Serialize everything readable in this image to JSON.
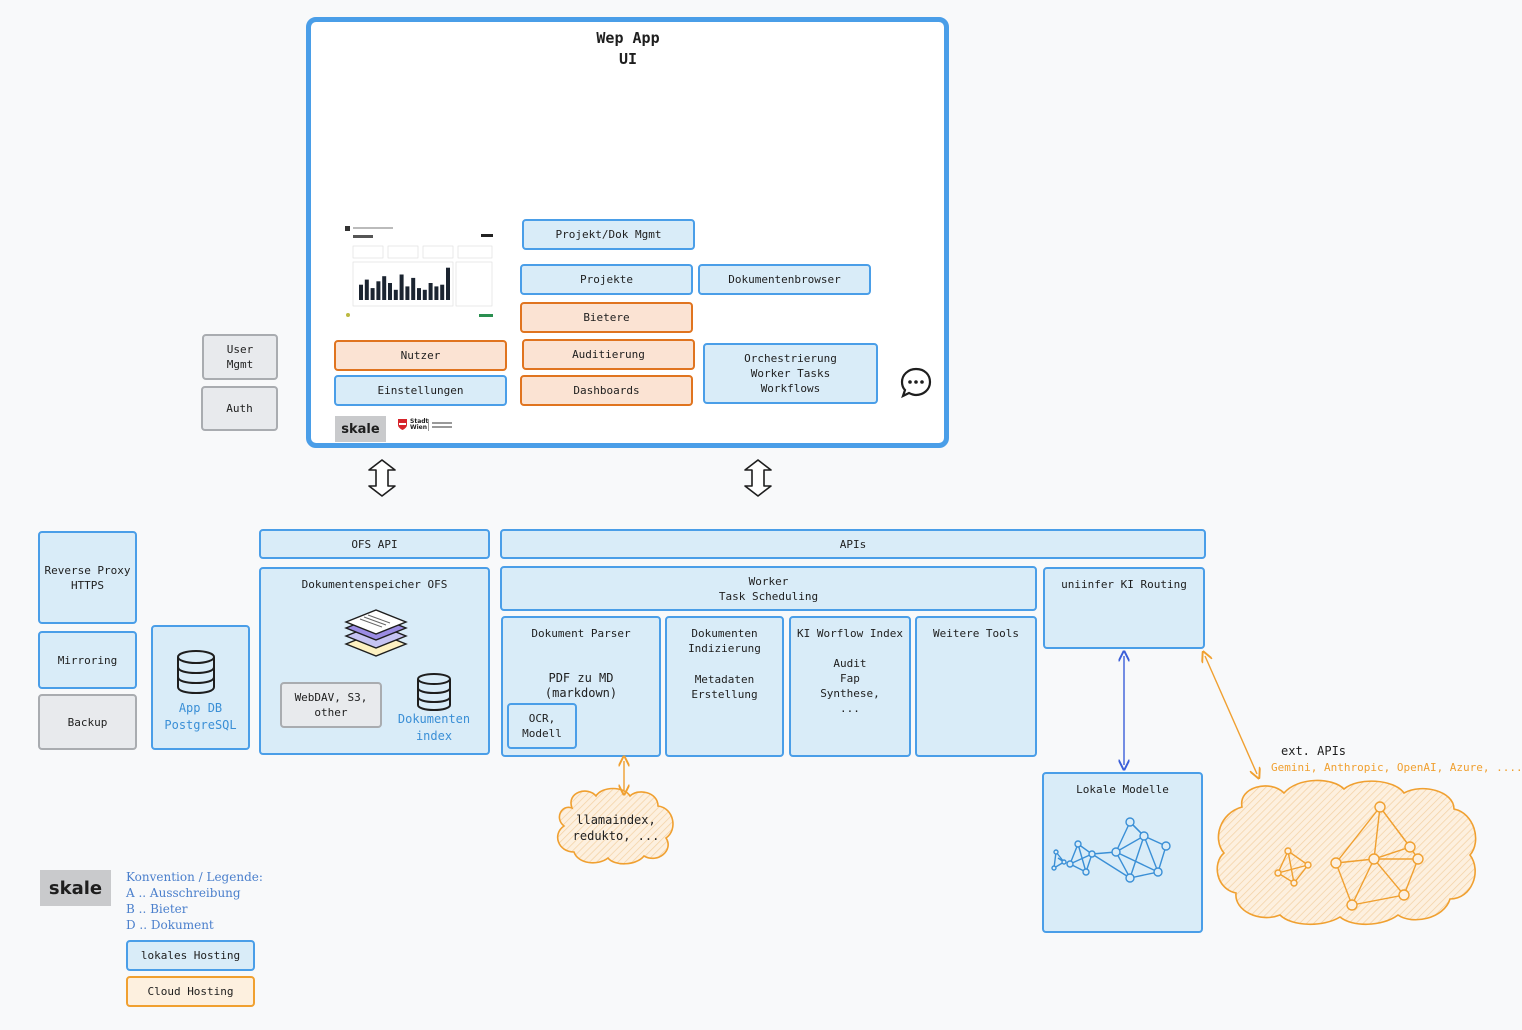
{
  "webapp": {
    "title": "Wep App\nUI",
    "boxes": {
      "projekt_dok_mgmt": "Projekt/Dok Mgmt",
      "projekte": "Projekte",
      "dokumentenbrowser": "Dokumentenbrowser",
      "bietere": "Bietere",
      "auditierung": "Auditierung",
      "dashboards": "Dashboards",
      "nutzer": "Nutzer",
      "einstellungen": "Einstellungen",
      "orchestrierung": "Orchestrierung\nWorker Tasks\nWorkflows"
    },
    "logo_skale": "skale",
    "logo_stadt": "Stadt\nWien"
  },
  "side": {
    "user_mgmt": "User\nMgmt",
    "auth": "Auth"
  },
  "infra": {
    "reverse_proxy": "Reverse Proxy\nHTTPS",
    "mirroring": "Mirroring",
    "backup": "Backup",
    "app_db": "App DB\nPostgreSQL"
  },
  "ofs": {
    "api": "OFS API",
    "store": "Dokumentenspeicher OFS",
    "webdav": "WebDAV, S3,\nother",
    "index": "Dokumenten\nindex"
  },
  "apis": {
    "title": "APIs",
    "worker": "Worker\nTask Scheduling",
    "parser": "Dokument Parser",
    "parser_detail": "PDF zu MD\n(markdown)",
    "ocr": "OCR,\nModell",
    "indizierung": "Dokumenten\nIndizierung",
    "indizierung_detail": "Metadaten\nErstellung",
    "ki_workflow": "KI Worflow Index",
    "ki_workflow_detail": "Audit\nFap\nSynthese,\n...",
    "weitere": "Weitere Tools",
    "routing": "uniinfer KI Routing"
  },
  "cloud_llama": "llamaindex,\nredukto, ...",
  "lokale_modelle": "Lokale Modelle",
  "ext_apis": {
    "title": "ext. APIs",
    "providers": "Gemini, Anthropic, OpenAI, Azure, ...."
  },
  "legend": {
    "logo": "skale",
    "text": "Konvention / Legende:\nA .. Ausschreibung\nB .. Bieter\nD .. Dokument",
    "local": "lokales Hosting",
    "cloud": "Cloud Hosting"
  },
  "chart_bars": [
    0.45,
    0.6,
    0.35,
    0.55,
    0.7,
    0.5,
    0.3,
    0.75,
    0.4,
    0.65,
    0.35,
    0.3,
    0.5,
    0.4,
    0.45,
    0.95
  ],
  "colors": {
    "local_fill": "#d9ecf8",
    "local_stroke": "#4a9ee8",
    "cloud_fill": "#fbe3d3",
    "cloud_stroke": "#e0741f",
    "ext_orange": "#f0a030"
  }
}
